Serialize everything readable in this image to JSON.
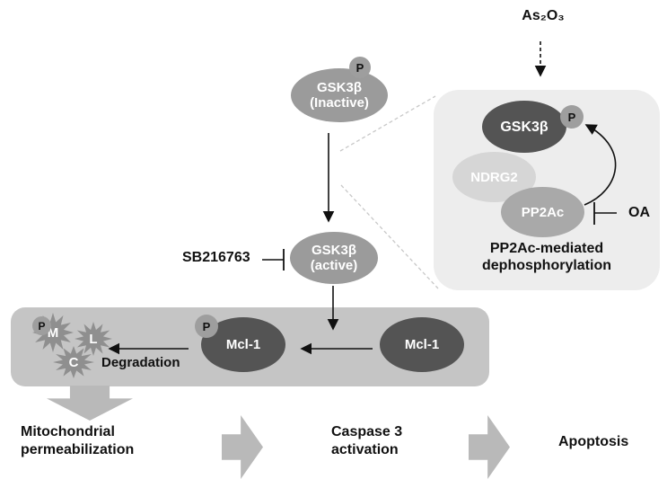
{
  "labels": {
    "phospho": "P",
    "as2o3": "As₂O₃",
    "gsk3b": "GSK3β",
    "inactive": "(Inactive)",
    "active": "(active)",
    "sb216763": "SB216763",
    "ndrg2": "NDRG2",
    "pp2ac": "PP2Ac",
    "oa": "OA",
    "box_caption_line1": "PP2Ac-mediated",
    "box_caption_line2": "dephosphorylation",
    "mcl1": "Mcl-1",
    "degradation": "Degradation",
    "outcome_mito_line1": "Mitochondrial",
    "outcome_mito_line2": "permeabilization",
    "outcome_caspase_line1": "Caspase 3",
    "outcome_caspase_line2": "activation",
    "outcome_apoptosis": "Apoptosis"
  },
  "fragments": [
    "M",
    "L",
    "C"
  ],
  "colors": {
    "panel_light": "#ededed",
    "panel_mid": "#c5c5c5",
    "block_arrow": "#b9b9b9",
    "node_mid": "#9b9b9b",
    "node_dark": "#545454",
    "node_light": "#d6d6d6",
    "node_pp2ac": "#a9a9a9",
    "phospho": "#9e9e9e",
    "burst": "#8f8f8f",
    "ink": "#111111",
    "callout": "#c8c8c8"
  }
}
